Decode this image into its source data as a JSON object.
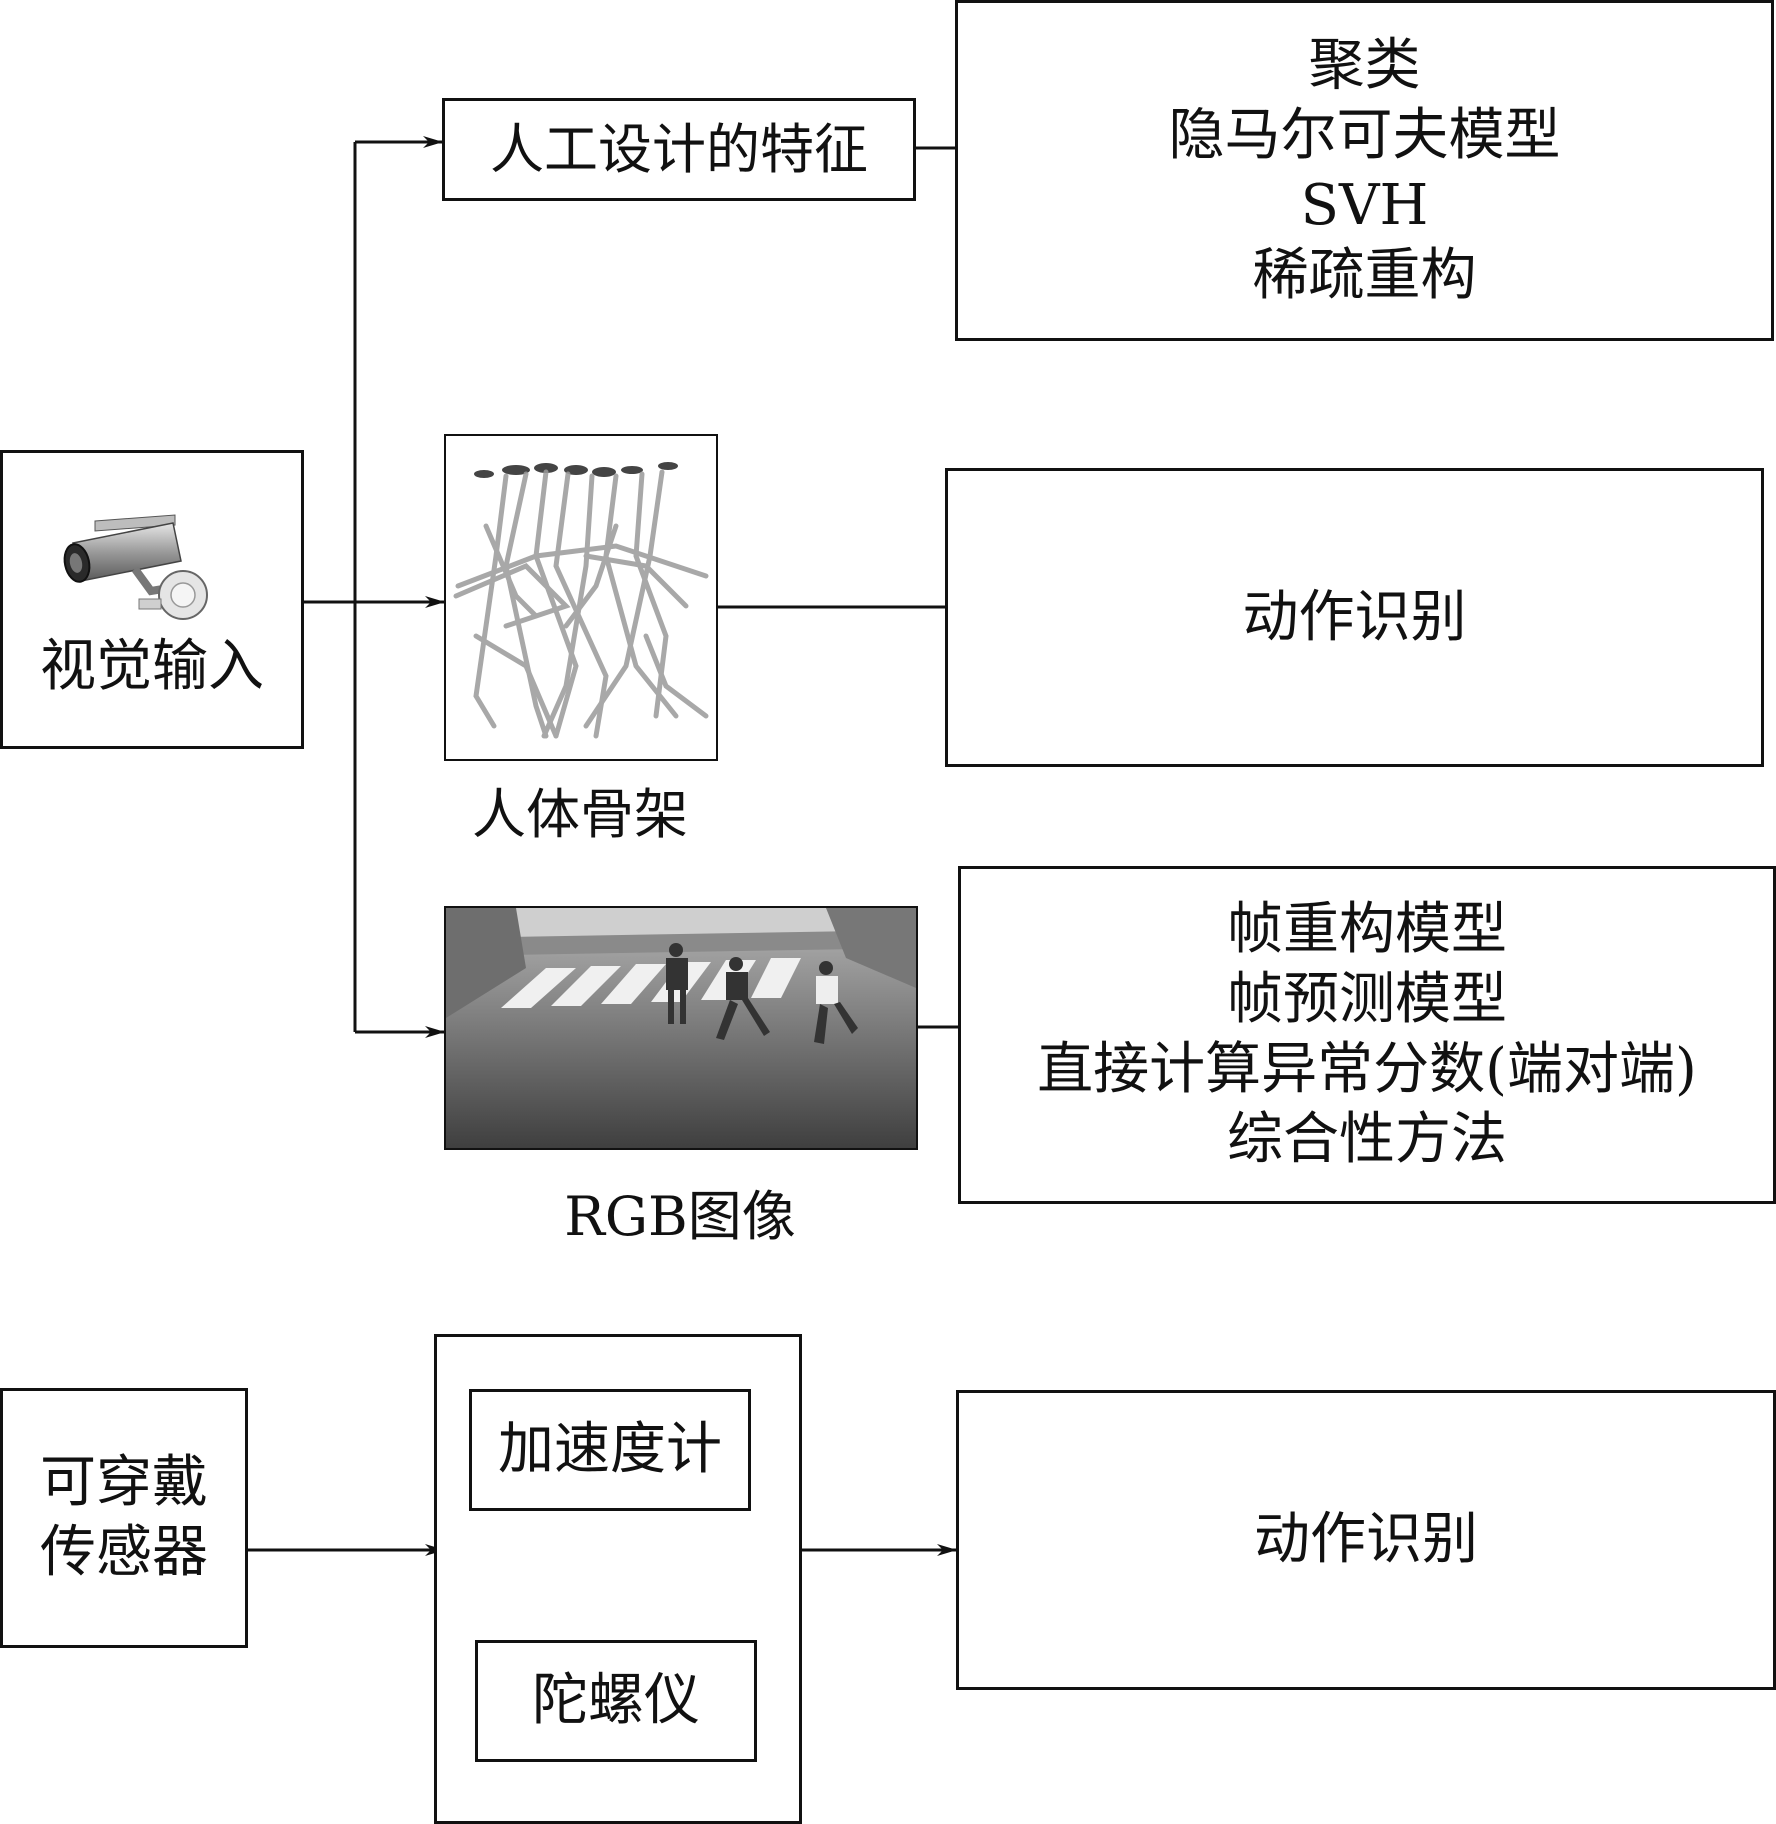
{
  "visual_input": {
    "label": "视觉输入",
    "icon": "security-camera-icon"
  },
  "handcrafted": {
    "label": "人工设计的特征",
    "methods": [
      "聚类",
      "隐马尔可夫模型",
      "SVH",
      "稀疏重构"
    ]
  },
  "skeleton": {
    "caption": "人体骨架",
    "result": "动作识别"
  },
  "rgb": {
    "caption": "RGB图像",
    "methods": [
      "帧重构模型",
      "帧预测模型",
      "直接计算异常分数(端对端)",
      "综合性方法"
    ]
  },
  "wearable": {
    "label_line1": "可穿戴",
    "label_line2": "传感器",
    "accelerometer": "加速度计",
    "gyroscope": "陀螺仪",
    "result": "动作识别"
  }
}
